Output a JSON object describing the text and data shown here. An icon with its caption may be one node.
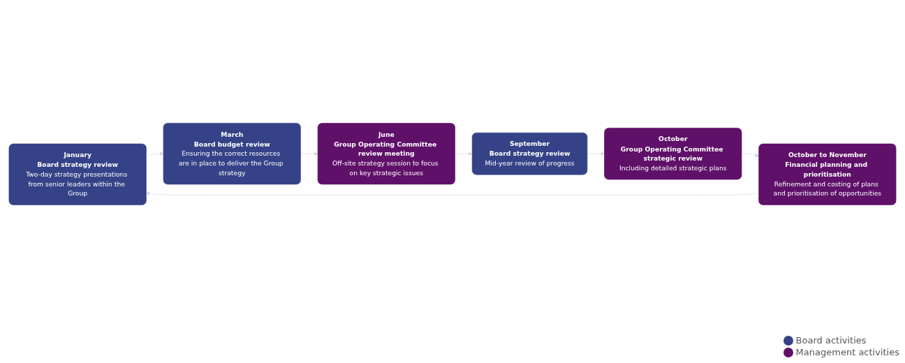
{
  "diagram": {
    "nodes": [
      {
        "text": [
          "January",
          "Board strategy review",
          "Two-day strategy presentations from senior leaders within the Group"
        ]
      },
      {
        "text": [
          "October to November",
          "Financial planning and prioritisation",
          "Refinement and costing of plans and prioritisation of opportunities"
        ]
      },
      {
        "text": [
          "March",
          "Board budget review",
          "Ensuring the correct resources are in place to deliver the Group strategy"
        ]
      },
      {
        "text": [
          "October",
          "Group Operating Committee strategic review",
          "Including detailed strategic plans"
        ]
      },
      {
        "text": [
          "June",
          "Group Operating Committee review meeting",
          "Off-site strategy session to focus on key strategic issues"
        ]
      },
      {
        "text": [
          "September",
          "Board strategy review",
          "Mid-year review of progress"
        ]
      }
    ],
    "edges": [
      {
        "from": 0,
        "to": 2,
        "arrow": "to"
      },
      {
        "from": 2,
        "to": 4,
        "arrow": "to"
      },
      {
        "from": 4,
        "to": 5,
        "arrow": "to"
      },
      {
        "from": 5,
        "to": 3,
        "arrow": "to"
      },
      {
        "from": 3,
        "to": 1,
        "arrow": "to"
      },
      {
        "from": 1,
        "to": 0,
        "arrow": "to"
      }
    ],
    "legend": [
      {
        "text": "Board activities",
        "color": "#354287"
      },
      {
        "text": "Management activities",
        "color": "#5f1069"
      }
    ]
  }
}
